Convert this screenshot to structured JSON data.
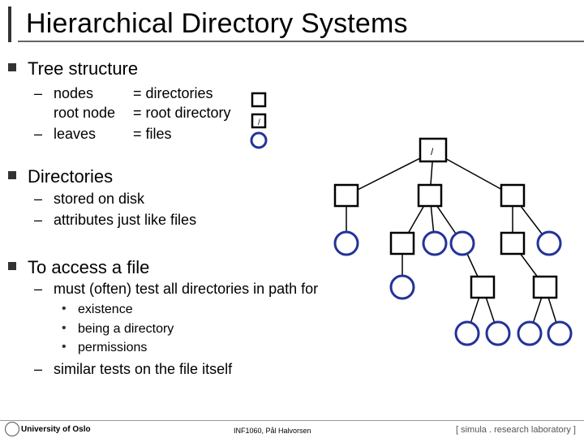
{
  "title": "Hierarchical Directory Systems",
  "sections": [
    {
      "heading": "Tree structure",
      "defs": [
        {
          "dash": "–",
          "term": "nodes",
          "value": "= directories"
        },
        {
          "dash": "",
          "term": "root node",
          "value": "= root directory"
        },
        {
          "dash": "–",
          "term": "leaves",
          "value": "= files"
        }
      ],
      "root_symbol": "/"
    },
    {
      "heading": "Directories",
      "items": [
        "stored on disk",
        "attributes just like files"
      ]
    },
    {
      "heading": "To access a file",
      "items": [
        "must (often) test all directories in path for"
      ],
      "subitems": [
        "existence",
        "being a directory",
        "permissions"
      ],
      "last": "similar tests on the file itself"
    }
  ],
  "tree": {
    "root_label": "/"
  },
  "footer": {
    "university": "University of Oslo",
    "course": "INF1060, Pål Halvorsen",
    "lab": "[ simula . research laboratory ]"
  }
}
